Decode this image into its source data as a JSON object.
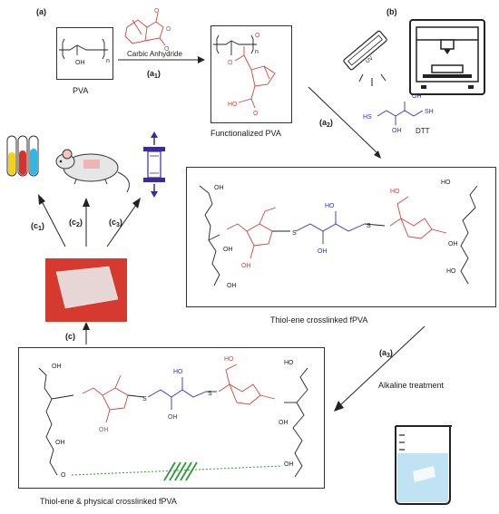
{
  "panels": {
    "a": "(a)",
    "b": "(b)",
    "c": "(c)"
  },
  "steps": {
    "a1": {
      "main": "(a",
      "sub": "1",
      "end": ")"
    },
    "a2": {
      "main": "(a",
      "sub": "2",
      "end": ")"
    },
    "a3": {
      "main": "(a",
      "sub": "3",
      "end": ")"
    },
    "c1": {
      "main": "(c",
      "sub": "1",
      "end": ")"
    },
    "c2": {
      "main": "(c",
      "sub": "2",
      "end": ")"
    },
    "c3": {
      "main": "(c",
      "sub": "3",
      "end": ")"
    }
  },
  "reagent": "Carbic Anhydride",
  "pva_label": "PVA",
  "fpva_label": "Functionalized PVA",
  "dtt_label": "DTT",
  "thiolene_label": "Thiol-ene crosslinked fPVA",
  "alkaline_label": "Alkaline treatment",
  "physical_label": "Thiol-ene & physical crosslinked fPVA",
  "uv_text": "UV",
  "chem": {
    "oh": "OH",
    "ho": "HO",
    "sh": "SH",
    "hs": "HS",
    "s": "S",
    "o": "O",
    "n": "n"
  },
  "colors": {
    "red": "#d0453c",
    "blue": "#2b35a8",
    "green": "#2e9a3a",
    "black": "#222222"
  }
}
